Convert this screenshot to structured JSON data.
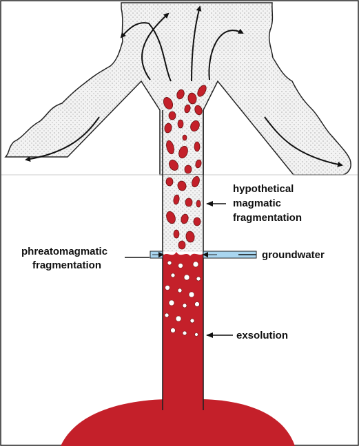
{
  "labels": {
    "magmatic_line1": "hypothetical",
    "magmatic_line2": "magmatic",
    "magmatic_line3": "fragmentation",
    "phreato_line1": "phreatomagmatic",
    "phreato_line2": "fragmentation",
    "groundwater": "groundwater",
    "exsolution": "exsolution"
  },
  "colors": {
    "magma": "#c4202a",
    "groundwater": "#a9d6f0",
    "ash": "#f3f3f3",
    "outline": "#222222"
  },
  "icons": {
    "eruption_arrows": "curved-arrow-icon",
    "pointer_arrows": "arrow-left-icon"
  }
}
